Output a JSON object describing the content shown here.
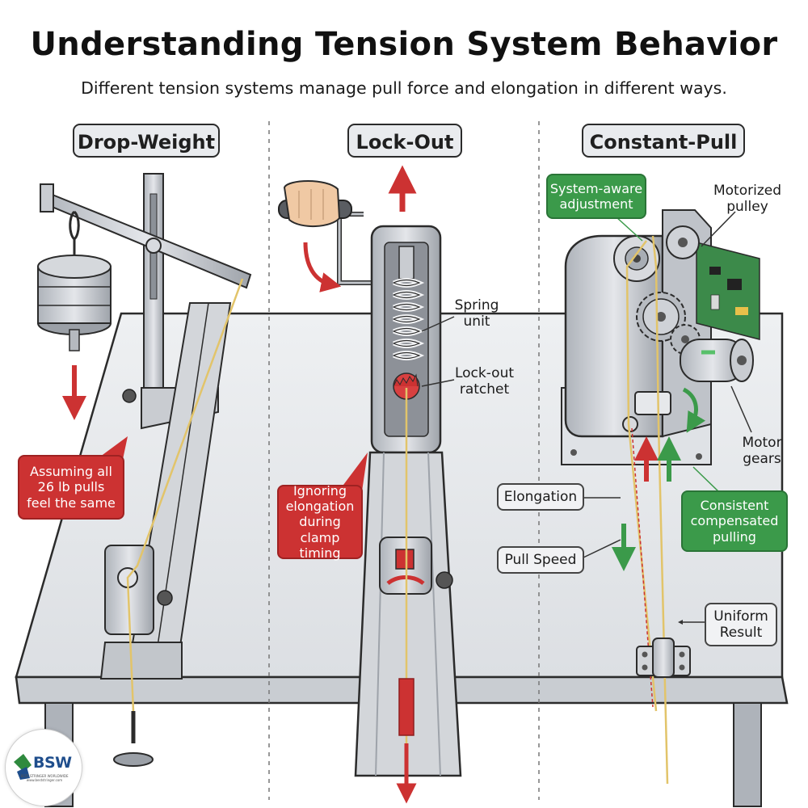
{
  "header": {
    "title": "Understanding Tension System Behavior",
    "subtitle": "Different tension systems manage pull force and elongation in different ways."
  },
  "panels": [
    {
      "heading": "Drop-Weight",
      "callouts": [
        {
          "text": "Assuming all\n26 lb pulls\nfeel the same",
          "style": "warning"
        }
      ]
    },
    {
      "heading": "Lock-Out",
      "labels": [
        "Spring\nunit",
        "Lock-out\nratchet"
      ],
      "callouts": [
        {
          "text": "Ignoring\nelongation\nduring clamp\ntiming",
          "style": "warning"
        }
      ]
    },
    {
      "heading": "Constant-Pull",
      "labels": [
        "Motorized\npulley",
        "Motor\ngears"
      ],
      "callouts": [
        {
          "text": "System-aware\nadjustment",
          "style": "positive"
        },
        {
          "text": "Consistent\ncompensated\npulling",
          "style": "positive"
        },
        {
          "text": "Elongation",
          "style": "neutral"
        },
        {
          "text": "Pull Speed",
          "style": "neutral"
        },
        {
          "text": "Uniform\nResult",
          "style": "neutral"
        }
      ]
    }
  ],
  "logo": {
    "text": "BSW",
    "tagline": "BEST STRINGER WORLDWIDE",
    "url": "www.beststringer.com"
  },
  "colors": {
    "warning": "#cc3232",
    "positive": "#3b9a4a",
    "neutral": "#f1f2f4",
    "table": "#e8eaed",
    "metal": "#c9ccd1",
    "string": "#e2c46a"
  },
  "icons": [
    "hand-icon",
    "weight-stack-icon",
    "spring-icon",
    "ratchet-icon",
    "gear-icon",
    "motor-icon",
    "circuit-board-icon",
    "pulley-icon"
  ]
}
